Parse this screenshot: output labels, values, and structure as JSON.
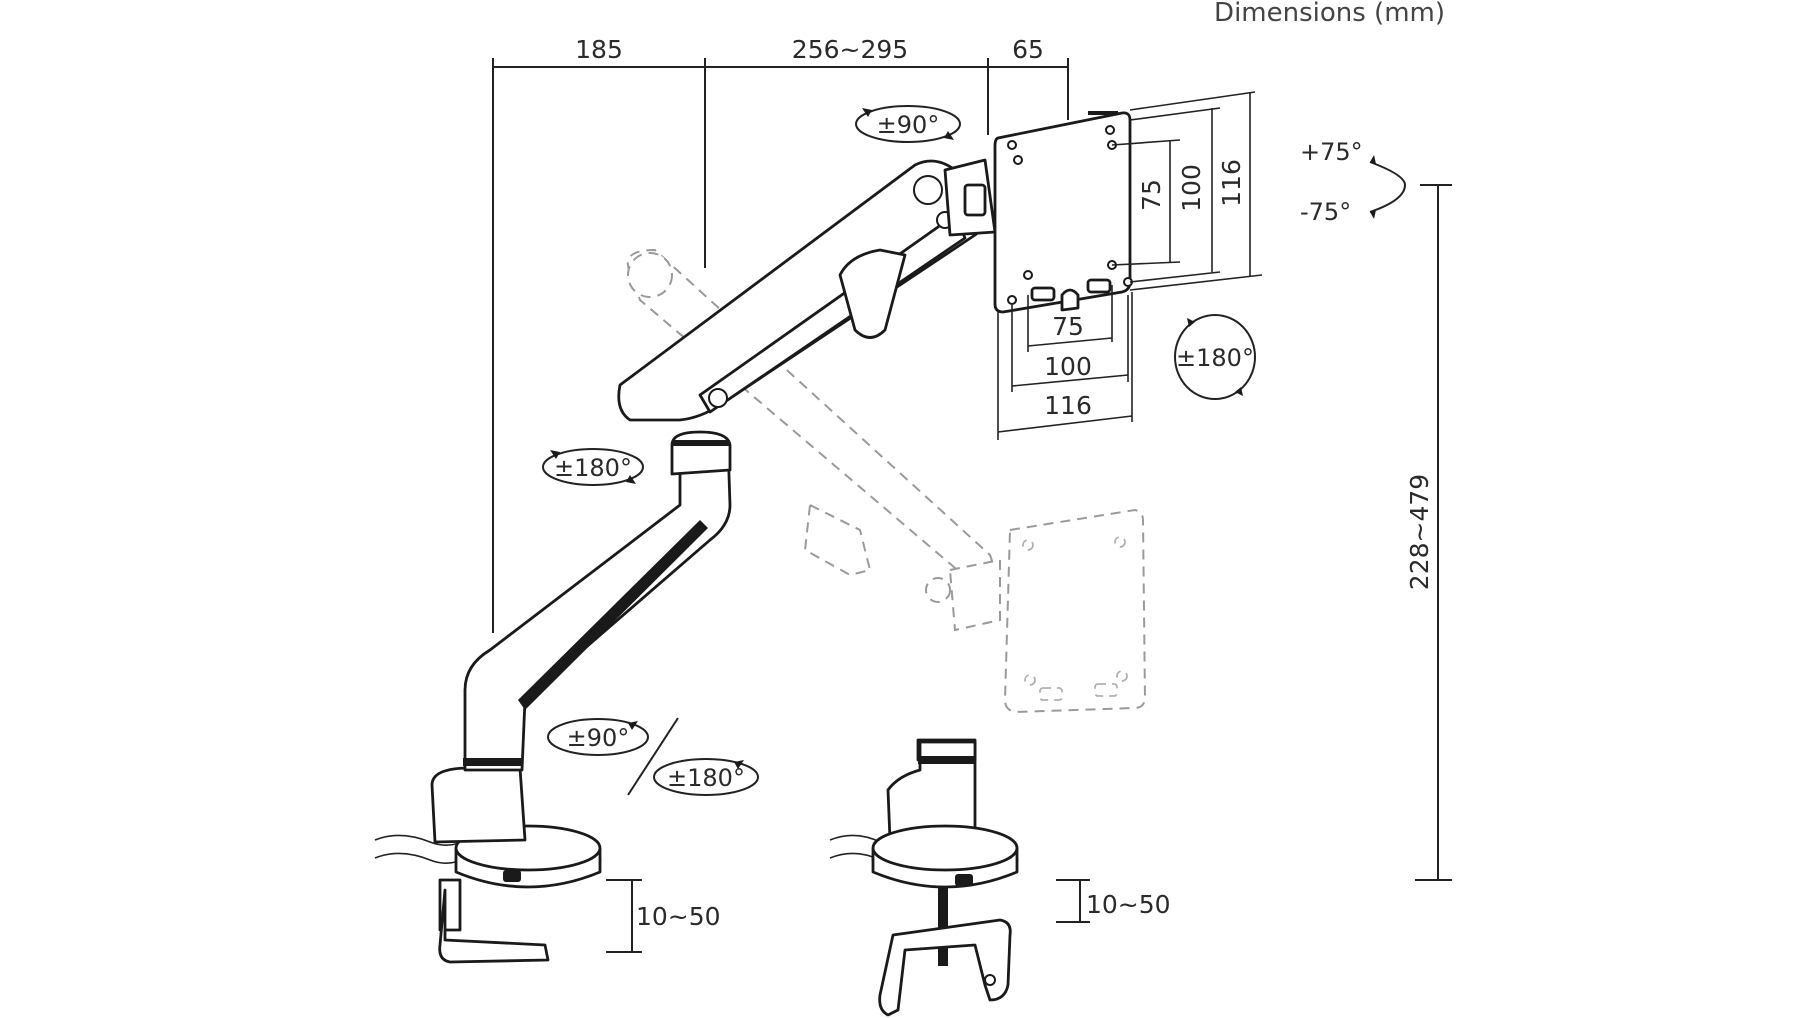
{
  "title": "Dimensions (mm)",
  "dimensions": {
    "top_left": "185",
    "top_middle": "256~295",
    "top_right": "65",
    "vesa_height_small": "75",
    "vesa_height_mid": "100",
    "vesa_height_large": "116",
    "vesa_width_small": "75",
    "vesa_width_mid": "100",
    "vesa_width_large": "116",
    "height_range": "228~479",
    "clamp_range_left": "10~50",
    "clamp_range_right": "10~50"
  },
  "rotations": {
    "arm_head": "±90°",
    "tilt_up": "+75°",
    "tilt_down": "-75°",
    "plate_rotate": "±180°",
    "elbow": "±180°",
    "base_swivel_a": "±90°",
    "base_swivel_b": "±180°"
  }
}
